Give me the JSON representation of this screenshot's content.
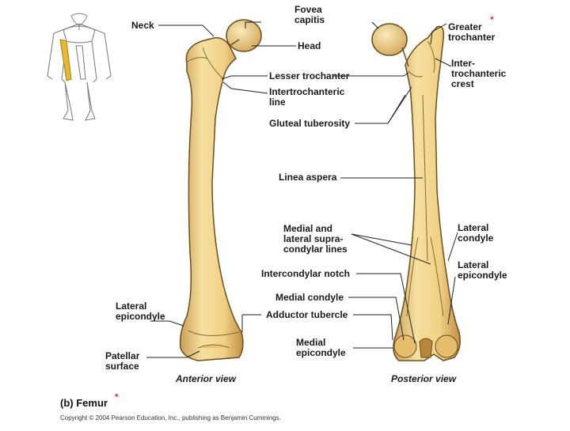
{
  "figure": {
    "caption": "(b) Femur",
    "caption_marker": "*",
    "copyright": "Copyright © 2004 Pearson Education, Inc., publishing as Benjamin Cummings.",
    "views": {
      "anterior": "Anterior view",
      "posterior": "Posterior view"
    }
  },
  "labels": {
    "neck": "Neck",
    "fovea_capitis": "Fovea\ncapitis",
    "head": "Head",
    "greater_trochanter": "Greater\ntrochanter",
    "greater_trochanter_marker": "*",
    "intertrochanteric_crest": "Inter-\ntrochanteric\ncrest",
    "lesser_trochanter": "Lesser trochanter",
    "intertrochanteric_line": "Intertrochanteric\nline",
    "gluteal_tuberosity": "Gluteal tuberosity",
    "linea_aspera": "Linea aspera",
    "supracondylar_lines": "Medial and\nlateral supra-\ncondylar lines",
    "intercondylar_notch": "Intercondylar notch",
    "medial_condyle": "Medial condyle",
    "adductor_tubercle": "Adductor tubercle",
    "medial_epicondyle": "Medial\nepicondyle",
    "lateral_condyle": "Lateral\ncondyle",
    "lateral_epicondyle_right": "Lateral\nepicondyle",
    "lateral_epicondyle_left": "Lateral\nepicondyle",
    "patellar_surface": "Patellar\nsurface"
  },
  "colors": {
    "bone_fill": "#f2d58c",
    "bone_shadow": "#c9a055",
    "bone_outline": "#6b4e1d",
    "highlight_bone": "#e8b830",
    "asterisk": "#d9402b"
  }
}
